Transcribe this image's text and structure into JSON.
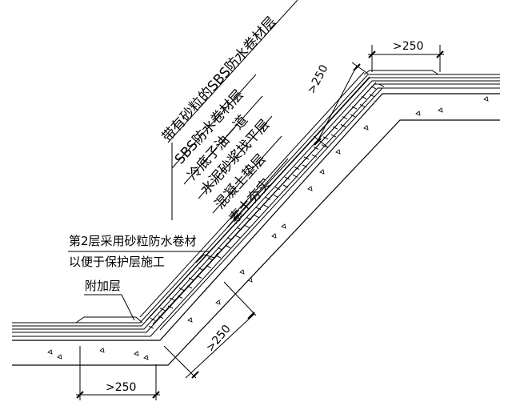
{
  "diagram": {
    "layer_labels": [
      {
        "text": "带有砂粒的SBS防水卷材层"
      },
      {
        "text": "SBS防水卷材层"
      },
      {
        "text": "冷底子油一道"
      },
      {
        "text": "水泥砂浆找平层"
      },
      {
        "text": "混凝土垫层"
      },
      {
        "text": "素土夯实"
      }
    ],
    "notes": {
      "second_layer_line1": "第2层采用砂粒防水卷材",
      "second_layer_line2": "以便于保护层施工",
      "additional_layer": "附加层"
    },
    "dimensions": {
      "top": ">250",
      "slope_upper": ">250",
      "slope_lower": ">250",
      "bottom": ">250"
    },
    "colors": {
      "line": "#000000",
      "background": "#ffffff"
    }
  }
}
